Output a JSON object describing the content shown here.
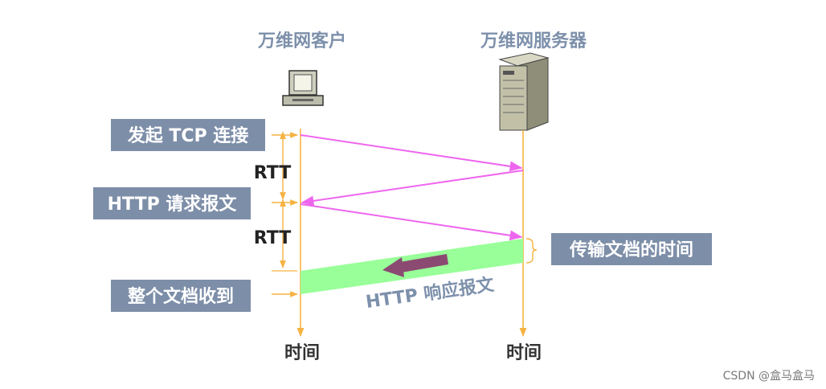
{
  "client": {
    "title": "万维网客户",
    "time_label": "时间"
  },
  "server": {
    "title": "万维网服务器",
    "time_label": "时间"
  },
  "labels": {
    "initiate_tcp": "发起 TCP 连接",
    "http_request": "HTTP 请求报文",
    "doc_received": "整个文档收到",
    "transfer_time": "传输文档的时间",
    "http_response": "HTTP 响应报文",
    "rtt_1": "RTT",
    "rtt_2": "RTT"
  },
  "watermark": "CSDN @盒马盒马",
  "colors": {
    "label_box": "#7d8ea8",
    "message_arrow": "#ee66ee",
    "timeline": "#f5b342",
    "response_band": "#99ff99",
    "transfer_arrow": "#8b4a72"
  }
}
